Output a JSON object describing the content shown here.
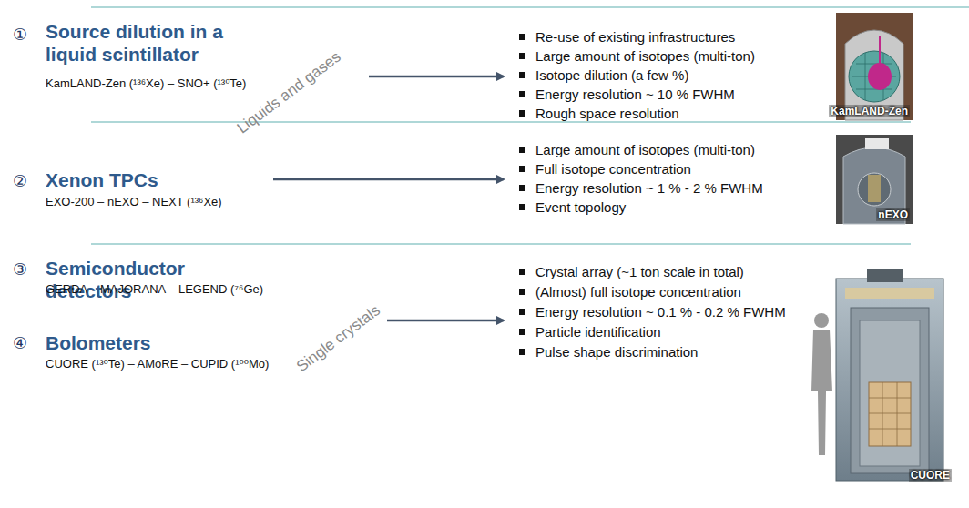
{
  "diagram": {
    "nodes": [
      {
        "text": [
          "KamLAND-Zen"
        ]
      },
      {
        "text": [
          "nEXO"
        ]
      },
      {
        "text": [
          "CUORE"
        ]
      }
    ],
    "labels": [
      "①",
      "Source dilution in a liquid scintillator",
      "KamLAND-Zen (¹³⁶Xe) – SNO+ (¹³⁰Te)",
      "Liquids and gases",
      "Re-use of existing infrastructures",
      "Large amount of isotopes (multi-ton)",
      "Isotope dilution (a few %)",
      "Energy resolution ~ 10 % FWHM",
      "Rough space resolution",
      "②",
      "Xenon TPCs",
      "EXO-200 – nEXO – NEXT (¹³⁶Xe)",
      "Large amount of isotopes (multi-ton)",
      "Full isotope concentration",
      "Energy resolution ~ 1 % - 2 % FWHM",
      "Event topology",
      "③",
      "Semiconductor detectors",
      "GERDA – MAJORANA – LEGEND (⁷⁶Ge)",
      "Single crystals",
      "④",
      "Bolometers",
      "CUORE (¹³⁰Te) – AMoRE – CUPID (¹⁰⁰Mo)",
      "Crystal array (~1 ton scale in total)",
      "(Almost) full isotope concentration",
      "Energy resolution ~ 0.1 % - 0.2 % FWHM",
      "Particle identification",
      "Pulse shape discrimination"
    ]
  }
}
